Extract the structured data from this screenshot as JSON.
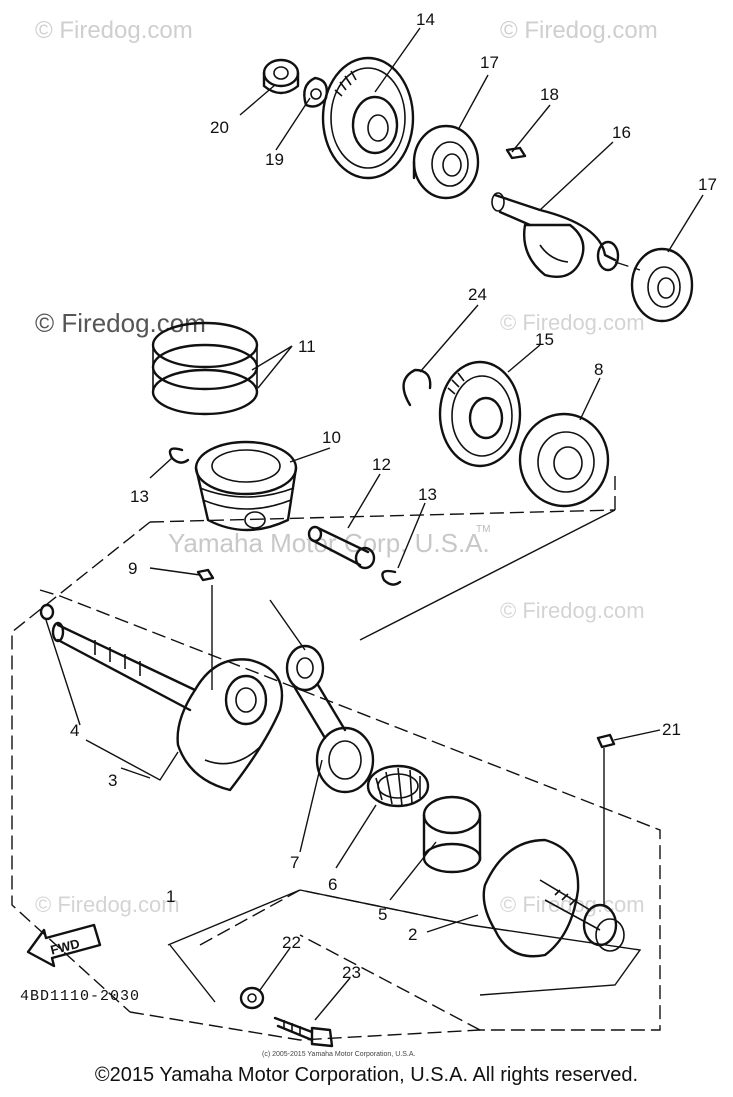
{
  "watermarks": {
    "firedog": "© Firedog.com",
    "yamaha": "Yamaha Motor Corp, U.S.A.",
    "tm": "TM"
  },
  "diagram_code": "4BD1110-2030",
  "fwd_label": "FWD",
  "small_credit": "(c) 2005-2015 Yamaha Motor Corporation, U.S.A.",
  "footer_copyright": "©2015 Yamaha Motor Corporation, U.S.A. All rights reserved.",
  "callouts": [
    "1",
    "2",
    "3",
    "4",
    "5",
    "6",
    "7",
    "8",
    "9",
    "10",
    "11",
    "12",
    "13",
    "13",
    "14",
    "15",
    "16",
    "17",
    "17",
    "18",
    "19",
    "20",
    "21",
    "22",
    "23",
    "24"
  ]
}
